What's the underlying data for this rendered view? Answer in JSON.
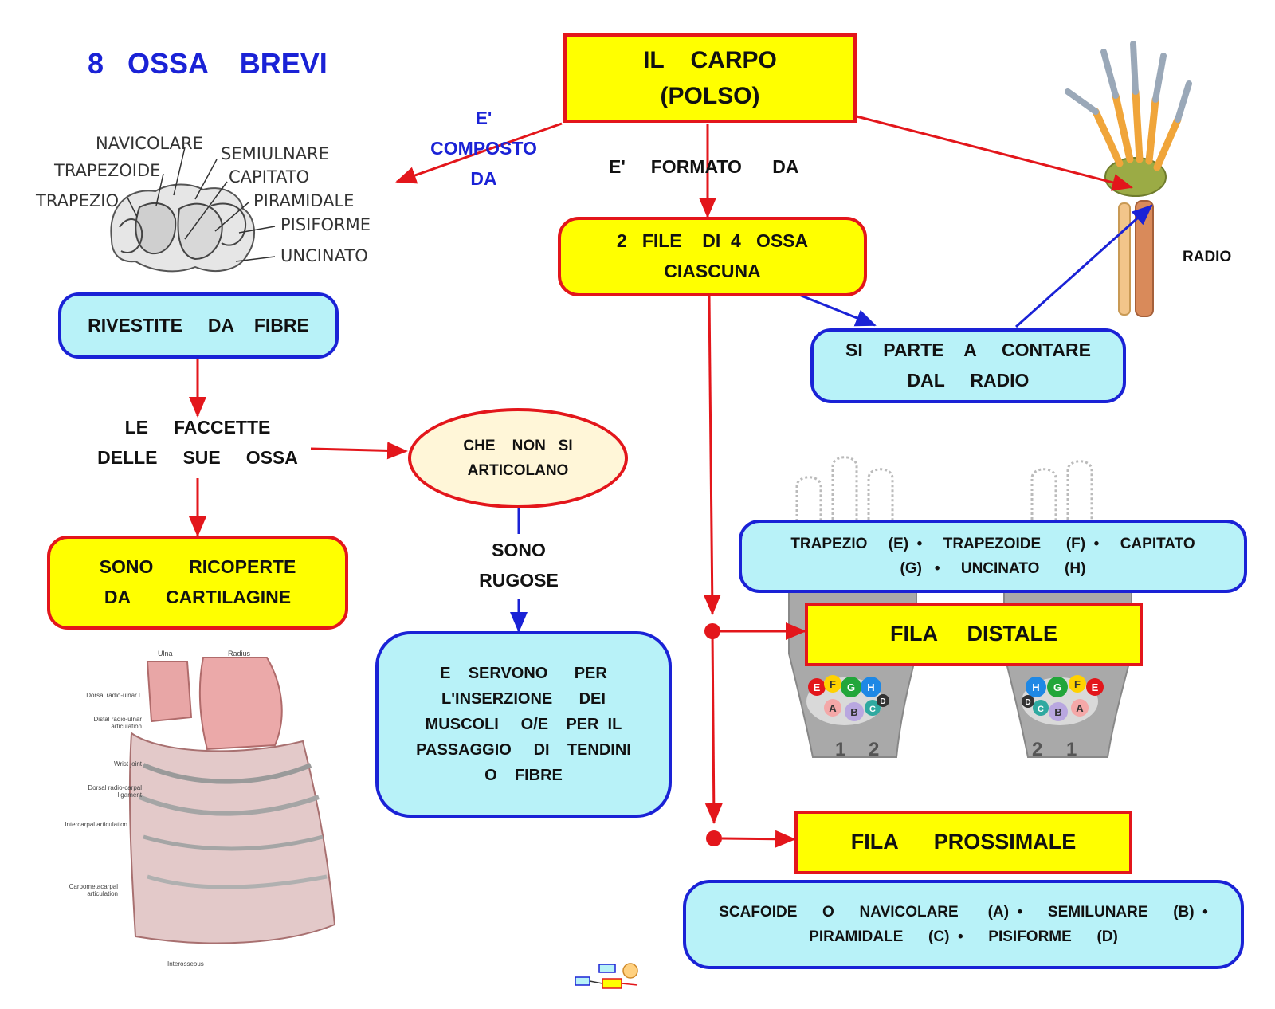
{
  "title": "8   OSSA    BREVI",
  "colors": {
    "red": "#e3161b",
    "blue": "#1a22d6",
    "yellow": "#ffff00",
    "cyan": "#b8f2f8",
    "title_blue": "#1a22d6"
  },
  "main_node": "IL    CARPO\n(POLSO)",
  "edges": {
    "composto": "E'\nCOMPOSTO\nDA",
    "formato": "E'     FORMATO      DA",
    "sono_rugose": "SONO\nRUGOSE"
  },
  "nodes": {
    "file": "2   FILE    DI  4   OSSA\nCIASCUNA",
    "contare": "SI    PARTE    A     CONTARE\nDAL     RADIO",
    "rivestite": "RIVESTITE     DA    FIBRE",
    "faccette": "LE     FACCETTE\nDELLE     SUE     OSSA",
    "articolano": "CHE    NON   SI\nARTICOLANO",
    "ricoperte": "SONO       RICOPERTE\nDA       CARTILAGINE",
    "servono": "E    SERVONO      PER\nL'INSERZIONE      DEI\nMUSCOLI     O/E    PER  IL\nPASSAGGIO     DI    TENDINI\nO    FIBRE",
    "distale_list": "TRAPEZIO     (E)  •     TRAPEZOIDE      (F)  •     CAPITATO\n(G)   •     UNCINATO      (H)",
    "fila_distale": "FILA     DISTALE",
    "fila_prossimale": "FILA      PROSSIMALE",
    "prossimale_list": "SCAFOIDE      O      NAVICOLARE       (A)  •      SEMILUNARE      (B)  •\nPIRAMIDALE      (C)  •      PISIFORME      (D)"
  },
  "bone_labels": [
    "NAVICOLARE",
    "SEMIULNARE",
    "TRAPEZOIDE",
    "CAPITATO",
    "TRAPEZIO",
    "PIRAMIDALE",
    "PISIFORME",
    "UNCINATO"
  ],
  "skeleton_label": "RADIO",
  "ligament_labels": [
    "Ulna",
    "Radius",
    "Dorsal radio-ulnar l.",
    "Distal radio-ulnar articulation",
    "Wrist joint",
    "Dorsal radio-carpal ligament",
    "Intercarpal articulation",
    "Carpometacarpal articulation",
    "Interosseous"
  ],
  "carpal_letters": [
    "A",
    "B",
    "C",
    "D",
    "E",
    "F",
    "G",
    "H"
  ],
  "finger_numbers": [
    "1",
    "2",
    "2",
    "1"
  ]
}
